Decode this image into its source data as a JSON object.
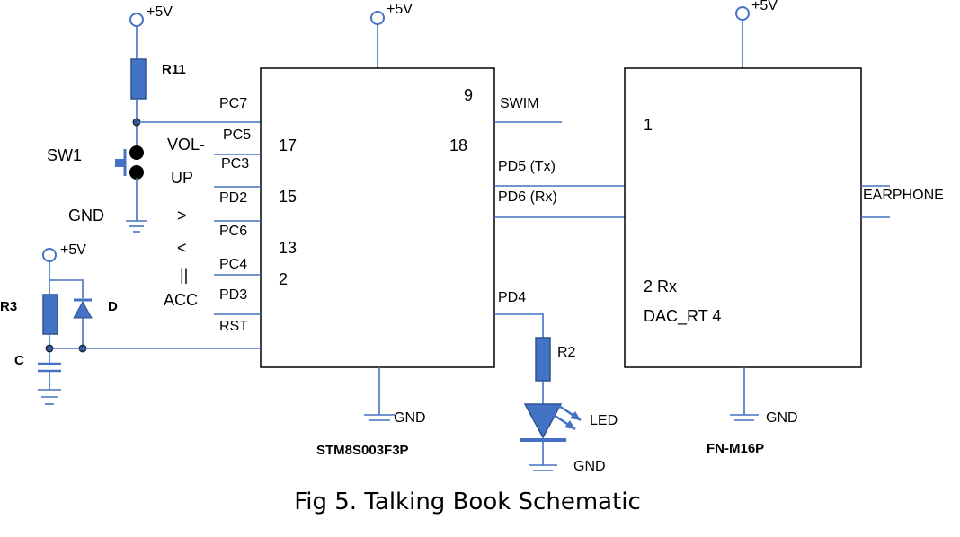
{
  "power_label": "+5V",
  "gnd_label": "GND",
  "sw1_label": "SW1",
  "r11_label": "R11",
  "r3_label": "R3",
  "d_label": "D",
  "c_label": "C",
  "r2_label": "R2",
  "led_label": "LED",
  "buttons": {
    "vol_minus": "VOL-",
    "up": "UP",
    "next": ">",
    "prev": "<",
    "pause": "||",
    "acc": "ACC"
  },
  "mcu": {
    "name": "STM8S003F3P",
    "left_pins": [
      "PC7",
      "PC5",
      "PC3",
      "PD2",
      "PC6",
      "PC4",
      "PD3",
      "RST"
    ],
    "left_numbers": [
      "17",
      "15",
      "13",
      "2"
    ],
    "right_numbers": [
      "9",
      "18"
    ],
    "right_pins": [
      "SWIM",
      "PD5 (Tx)",
      "PD6 (Rx)",
      "PD4"
    ]
  },
  "player": {
    "name": "FN-M16P",
    "pin1": "1",
    "pin_rx": "2 Rx",
    "pin_dac": "DAC_RT 4",
    "out_label": "EARPHONE"
  },
  "caption": "Fig 5. Talking Book Schematic"
}
